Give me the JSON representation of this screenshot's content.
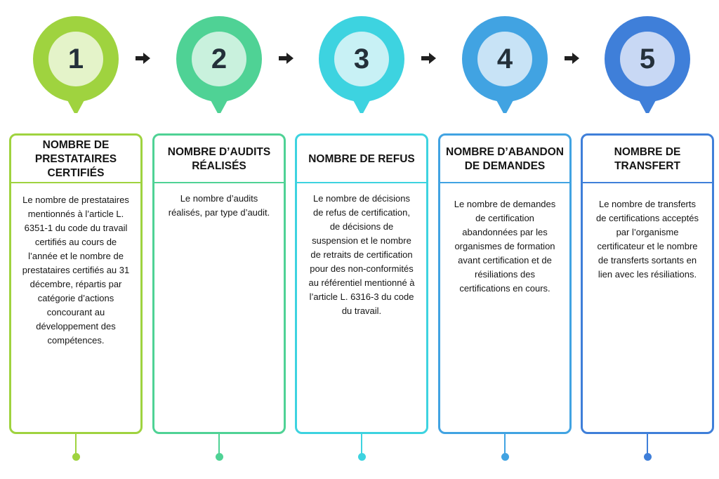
{
  "steps": [
    {
      "number": "1",
      "title": "Nombre de prestataires certifiés",
      "body": "Le nombre de prestataires mentionnés à l’article L. 6351-1 du code du travail certifiés au cours de l’année et le nombre de prestataires certifiés au 31 décembre, répartis par catégorie d’actions concourant au développement des compétences.",
      "color": "#9fd33f",
      "inner": "#e4f3c9"
    },
    {
      "number": "2",
      "title": "Nombre d’audits réalisés",
      "body": "Le nombre d’audits réalisés, par type d’audit.",
      "color": "#4fd295",
      "inner": "#c9f1dd"
    },
    {
      "number": "3",
      "title": "Nombre de refus",
      "body": "Le nombre de décisions de refus de certification, de décisions de suspension et le nombre de retraits de certification pour des non-conformités au référentiel mentionné à l’article L. 6316-3 du code du travail.",
      "color": "#3dd3e0",
      "inner": "#c8f1f5"
    },
    {
      "number": "4",
      "title": "Nombre d’abandon de demandes",
      "body": "Le nombre de demandes de certification abandonnées par les organismes de formation avant certification et de résiliations des certifications en cours.",
      "color": "#41a3e2",
      "inner": "#c8e3f6"
    },
    {
      "number": "5",
      "title": "Nombre de transfert",
      "body": "Le nombre de transferts de certifications acceptés par l’organisme certificateur et le nombre de transferts sortants en lien avec les résiliations.",
      "color": "#3f7fd9",
      "inner": "#c8d8f4"
    }
  ],
  "arrow_icon": "right-arrow-icon"
}
